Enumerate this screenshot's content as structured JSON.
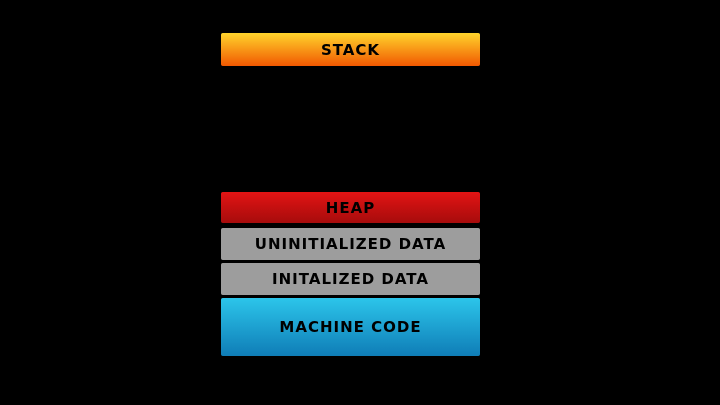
{
  "diagram": {
    "background": "#000000",
    "label_color": "#000000",
    "segments": [
      {
        "id": "stack",
        "label": "STACK",
        "color_top": "#FFD42C",
        "color_bottom": "#F15801"
      },
      {
        "id": "heap",
        "label": "HEAP",
        "color_top": "#E31414",
        "color_bottom": "#A60C0C"
      },
      {
        "id": "uninitialized-data",
        "label": "UNINITIALIZED DATA",
        "color_top": "#9D9D9D",
        "color_bottom": "#9D9D9D"
      },
      {
        "id": "initialized-data",
        "label": "INITALIZED DATA",
        "color_top": "#9D9D9D",
        "color_bottom": "#9D9D9D"
      },
      {
        "id": "machine-code",
        "label": "MACHINE CODE",
        "color_top": "#2CC5EA",
        "color_bottom": "#0F7DB7"
      }
    ]
  }
}
